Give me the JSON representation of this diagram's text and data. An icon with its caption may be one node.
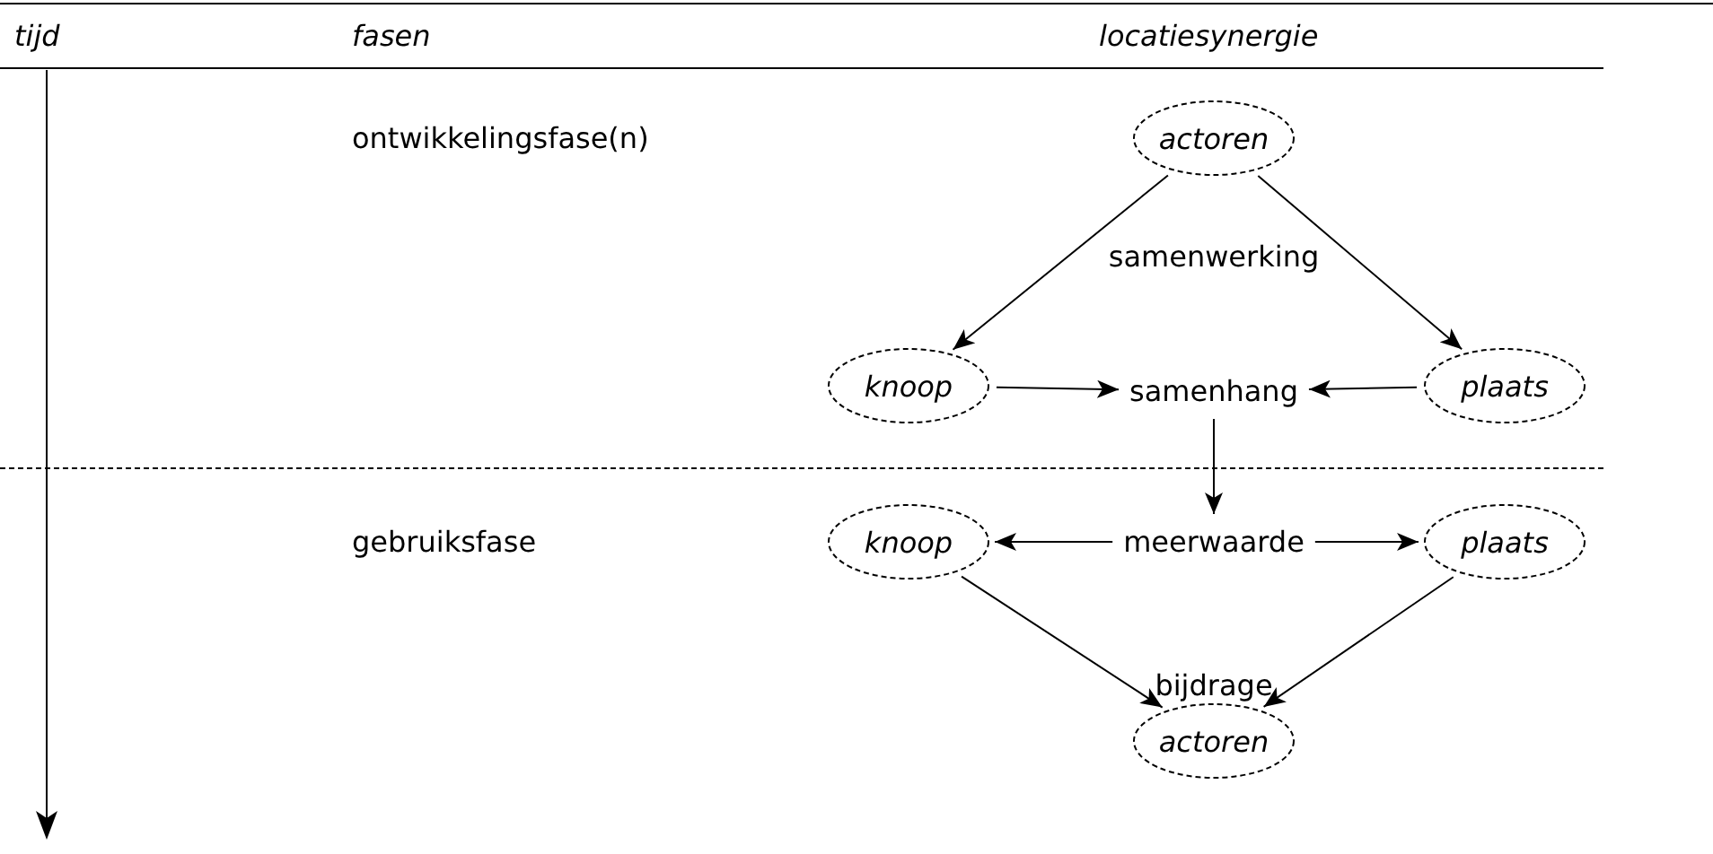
{
  "diagram": {
    "nodes": [
      {
        "text": [
          "actoren"
        ]
      },
      {
        "text": [
          "knoop"
        ]
      },
      {
        "text": [
          "samenhang"
        ]
      },
      {
        "text": [
          "plaats"
        ]
      },
      {
        "text": [
          "knoop"
        ]
      },
      {
        "text": [
          "meerwaarde"
        ]
      },
      {
        "text": [
          "plaats"
        ]
      },
      {
        "text": [
          "actoren"
        ]
      }
    ],
    "edges": [
      {
        "from": 0,
        "to": 1,
        "arrow": "to"
      },
      {
        "from": 0,
        "to": 3,
        "arrow": "to"
      },
      {
        "from": 1,
        "to": 2,
        "arrow": "to"
      },
      {
        "from": 3,
        "to": 2,
        "arrow": "to"
      },
      {
        "from": 2,
        "to": 5,
        "arrow": "to"
      },
      {
        "from": 5,
        "to": 4,
        "arrow": "to"
      },
      {
        "from": 5,
        "to": 6,
        "arrow": "to"
      },
      {
        "from": 4,
        "to": 7,
        "arrow": "to"
      },
      {
        "from": 6,
        "to": 7,
        "arrow": "to"
      }
    ],
    "labels": [
      "tijd",
      "fasen",
      "locatiesynergie",
      "ontwikkelingsfase(n)",
      "samenwerking",
      "gebruiksfase",
      "bijdrage"
    ]
  }
}
